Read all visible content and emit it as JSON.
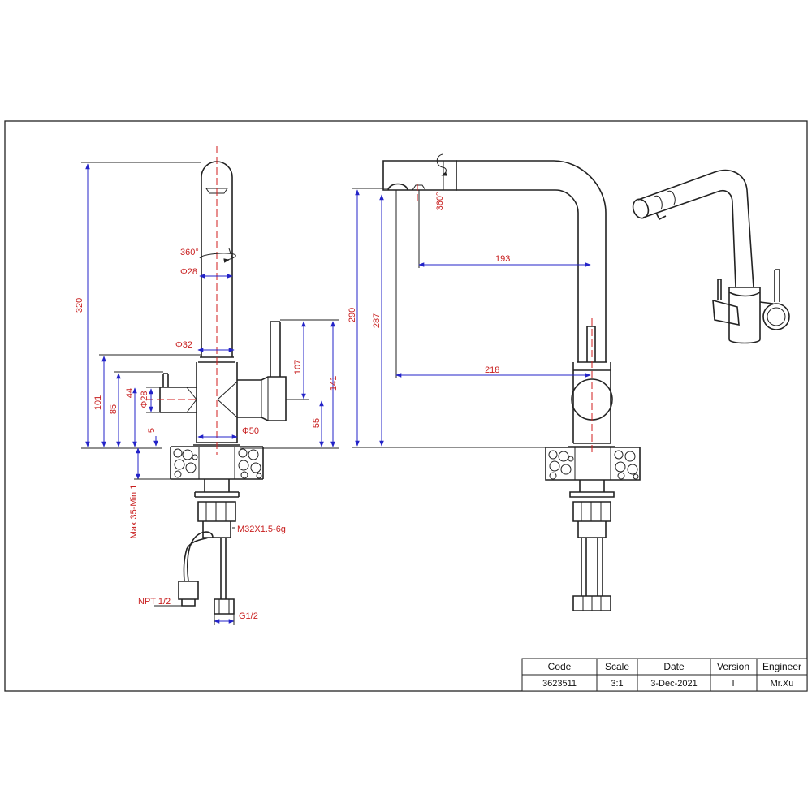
{
  "dimensions": {
    "rotation_left": "360°",
    "dia_spout": "Φ28",
    "height_total": "320",
    "dia_upper": "Φ32",
    "height_lever": "107",
    "height_overall": "141",
    "height_101": "101",
    "height_85": "85",
    "height_44": "44",
    "dia_handle": "Φ28",
    "height_55": "55",
    "gap_5": "5",
    "dia_base": "Φ50",
    "deck_thickness": "Max 35-Min 1",
    "thread": "M32X1.5-6g",
    "hose_npt": "NPT 1/2",
    "hose_g": "G1/2",
    "rotation_right": "360°",
    "height_290": "290",
    "height_287": "287",
    "reach_193": "193",
    "reach_218": "218"
  },
  "title_block": {
    "headers": [
      "Code",
      "Scale",
      "Date",
      "Version",
      "Engineer"
    ],
    "values": [
      "3623511",
      "3:1",
      "3-Dec-2021",
      "I",
      "Mr.Xu"
    ]
  }
}
